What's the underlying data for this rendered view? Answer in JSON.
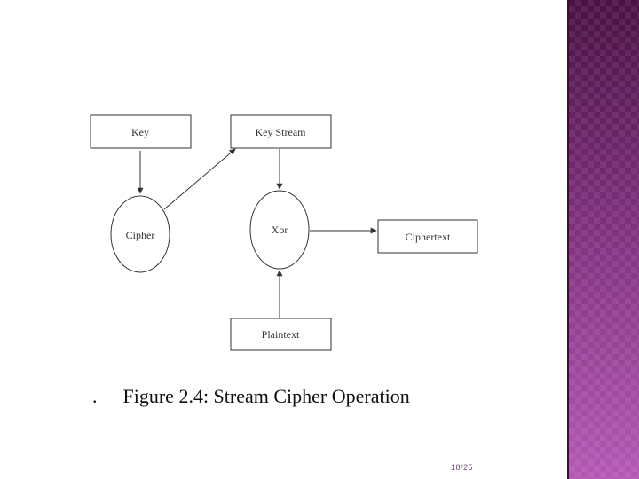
{
  "diagram": {
    "nodes": {
      "key": "Key",
      "key_stream": "Key Stream",
      "cipher": "Cipher",
      "xor": "Xor",
      "ciphertext": "Ciphertext",
      "plaintext": "Plaintext"
    },
    "edges": [
      {
        "from": "key",
        "to": "cipher"
      },
      {
        "from": "cipher",
        "to": "key_stream"
      },
      {
        "from": "key_stream",
        "to": "xor"
      },
      {
        "from": "xor",
        "to": "ciphertext"
      },
      {
        "from": "plaintext",
        "to": "xor"
      }
    ]
  },
  "caption": {
    "prefix": ".",
    "text": "Figure 2.4: Stream Cipher Operation"
  },
  "footer": {
    "page_number": "18/25"
  },
  "colors": {
    "side_panel": "#7a2f78",
    "line": "#333333"
  }
}
